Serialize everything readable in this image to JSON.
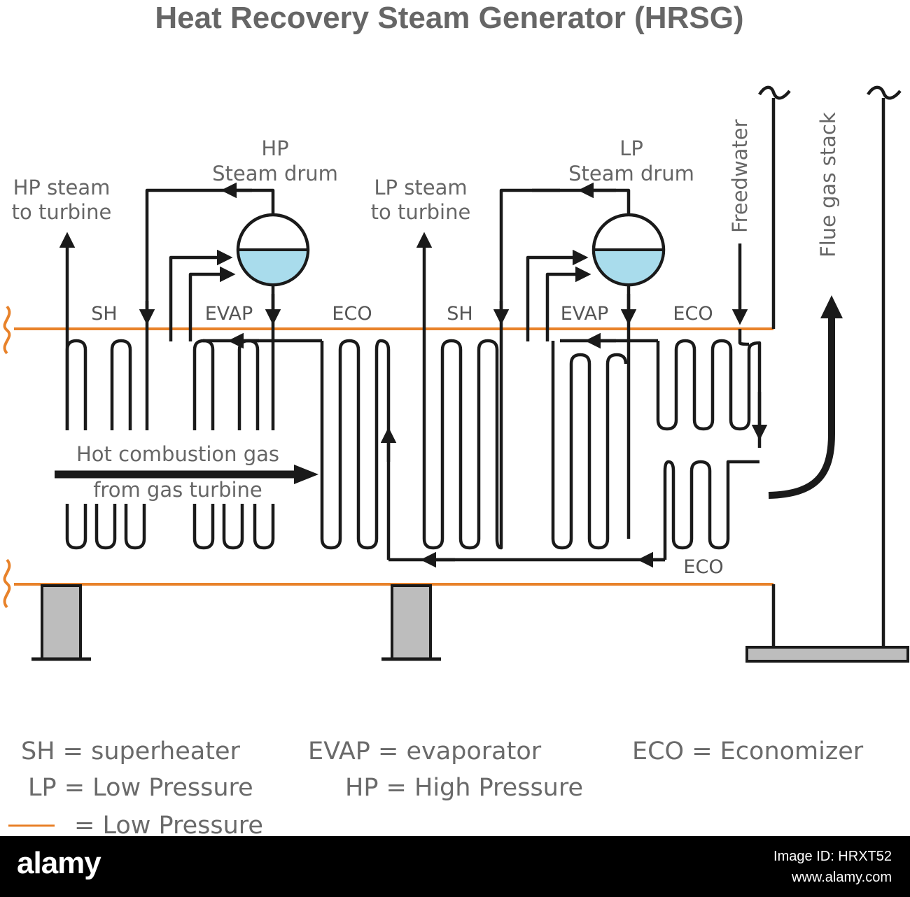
{
  "title": "Heat Recovery Steam Generator (HRSG)",
  "labels": {
    "hp_drum_line1": "HP",
    "hp_drum_line2": "Steam drum",
    "lp_drum_line1": "LP",
    "lp_drum_line2": "Steam drum",
    "hp_steam_line1": "HP steam",
    "hp_steam_line2": "to turbine",
    "lp_steam_line1": "LP steam",
    "lp_steam_line2": "to turbine",
    "freedwater": "Freedwater",
    "flue_gas_stack": "Flue gas stack",
    "hot_gas_line1": "Hot combustion gas",
    "hot_gas_line2": "from gas turbine",
    "sections": [
      "SH",
      "EVAP",
      "ECO",
      "SH",
      "EVAP",
      "ECO"
    ],
    "eco_lower": "ECO"
  },
  "legend": {
    "sh": "SH = superheater",
    "evap": "EVAP = evaporator",
    "eco": "ECO = Economizer",
    "lp": "LP = Low Pressure",
    "hp": "HP = High Pressure",
    "line": "= Low Pressure"
  },
  "colors": {
    "low_pressure_line": "#e8822a",
    "water": "#a9dcec",
    "support": "#bdbdbd"
  },
  "footer": {
    "brand": "alamy",
    "image_id": "Image ID: HRXT52",
    "url": "www.alamy.com"
  }
}
